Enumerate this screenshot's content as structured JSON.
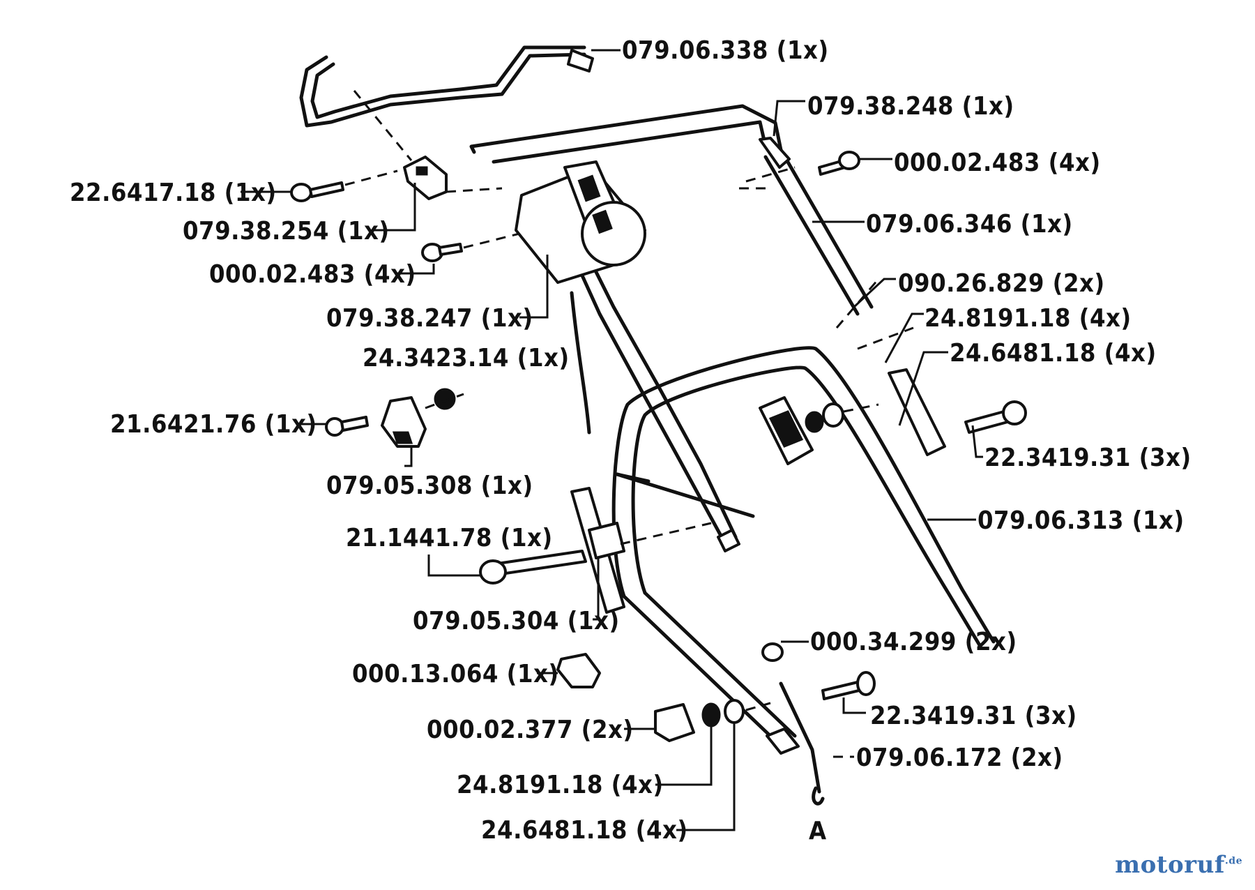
{
  "labels": {
    "p_079_06_338": "079.06.338 (1x)",
    "p_079_38_248": "079.38.248 (1x)",
    "p_000_02_483_r": "000.02.483 (4x)",
    "p_079_06_346": "079.06.346 (1x)",
    "p_22_6417_18": "22.6417.18 (1x)",
    "p_079_38_254": "079.38.254 (1x)",
    "p_000_02_483_l": "000.02.483 (4x)",
    "p_079_38_247": "079.38.247 (1x)",
    "p_090_26_829": "090.26.829 (2x)",
    "p_24_8191_18_r": "24.8191.18 (4x)",
    "p_24_6481_18_r": "24.6481.18 (4x)",
    "p_24_3423_14": "24.3423.14 (1x)",
    "p_21_6421_76": "21.6421.76 (1x)",
    "p_22_3419_31_r": "22.3419.31 (3x)",
    "p_079_05_308": "079.05.308 (1x)",
    "p_079_06_313": "079.06.313 (1x)",
    "p_21_1441_78": "21.1441.78 (1x)",
    "p_079_05_304": "079.05.304 (1x)",
    "p_000_34_299": "000.34.299 (2x)",
    "p_000_13_064": "000.13.064 (1x)",
    "p_22_3419_31_b": "22.3419.31 (3x)",
    "p_000_02_377": "000.02.377 (2x)",
    "p_079_06_172": "079.06.172 (2x)",
    "p_24_8191_18_b": "24.8191.18 (4x)",
    "p_24_6481_18_b": "24.6481.18 (4x)",
    "marker_a": "A"
  },
  "watermark": {
    "text_main": "motoruf",
    "text_suffix": ".de"
  }
}
